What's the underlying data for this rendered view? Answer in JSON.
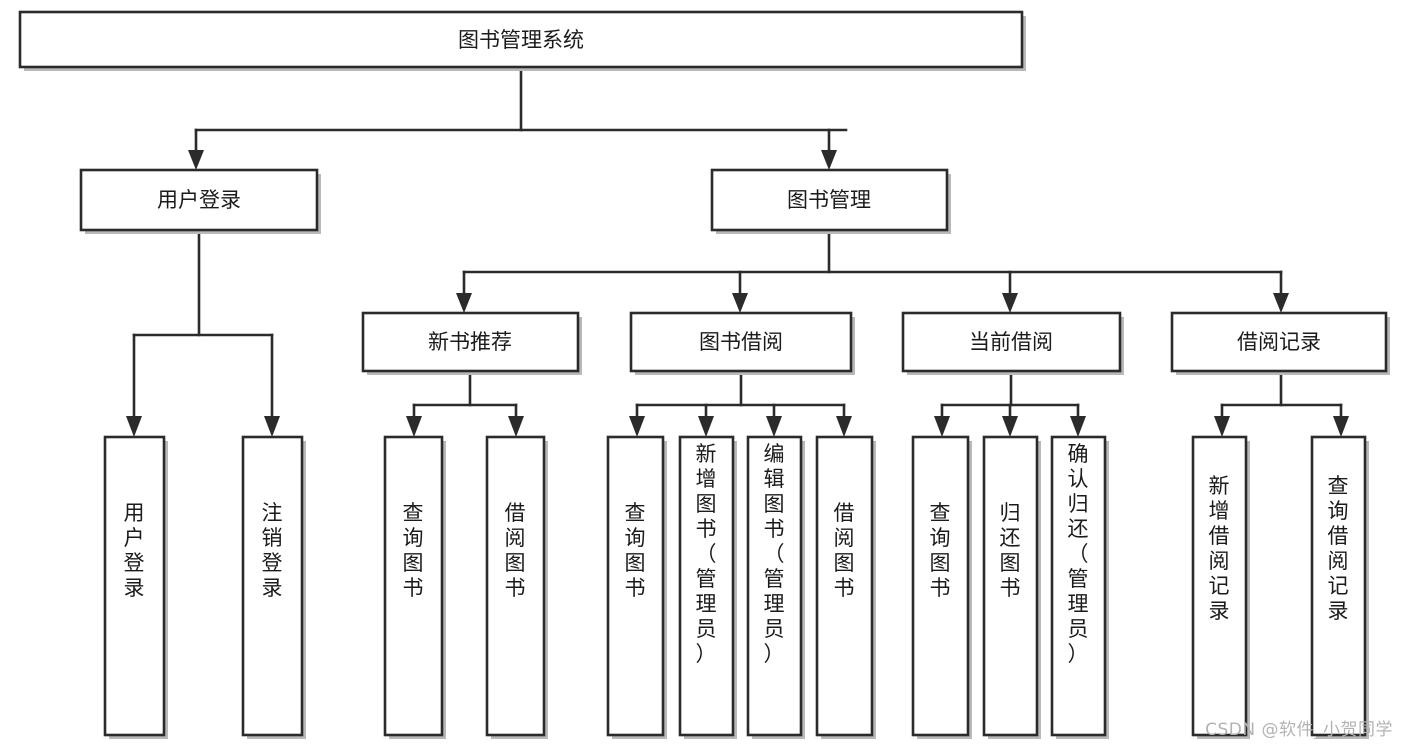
{
  "diagram": {
    "type": "tree-hierarchy",
    "title": "图书管理系统",
    "watermark": "CSDN @软件_小贺同学",
    "colors": {
      "stroke": "#2b2b2b",
      "fill": "#ffffff",
      "text": "#1b1b1b",
      "shadow": "#b9b9b9",
      "watermark": "#b3b3b3"
    },
    "levels": {
      "root_label": "图书管理系统",
      "level2": [
        {
          "id": "user-login",
          "label": "用户登录"
        },
        {
          "id": "book-manage",
          "label": "图书管理"
        }
      ],
      "level3": [
        {
          "id": "new-book-recommend",
          "label": "新书推荐",
          "parent": "book-manage"
        },
        {
          "id": "book-borrow",
          "label": "图书借阅",
          "parent": "book-manage"
        },
        {
          "id": "current-borrow",
          "label": "当前借阅",
          "parent": "book-manage"
        },
        {
          "id": "borrow-record",
          "label": "借阅记录",
          "parent": "book-manage"
        }
      ],
      "leaves": [
        {
          "id": "leaf-user-login",
          "label": "用户登录",
          "parent": "user-login"
        },
        {
          "id": "leaf-logout-login",
          "label": "注销登录",
          "parent": "user-login"
        },
        {
          "id": "leaf-query-book-1",
          "label": "查询图书",
          "parent": "new-book-recommend"
        },
        {
          "id": "leaf-borrow-book-1",
          "label": "借阅图书",
          "parent": "new-book-recommend"
        },
        {
          "id": "leaf-query-book-2",
          "label": "查询图书",
          "parent": "book-borrow"
        },
        {
          "id": "leaf-add-book-admin",
          "label": "新增图书（管理员）",
          "parent": "book-borrow"
        },
        {
          "id": "leaf-edit-book-admin",
          "label": "编辑图书（管理员）",
          "parent": "book-borrow"
        },
        {
          "id": "leaf-borrow-book-2",
          "label": "借阅图书",
          "parent": "book-borrow"
        },
        {
          "id": "leaf-query-book-3",
          "label": "查询图书",
          "parent": "current-borrow"
        },
        {
          "id": "leaf-return-book",
          "label": "归还图书",
          "parent": "current-borrow"
        },
        {
          "id": "leaf-confirm-return-admin",
          "label": "确认归还（管理员）",
          "parent": "current-borrow"
        },
        {
          "id": "leaf-add-borrow-record",
          "label": "新增借阅记录",
          "parent": "borrow-record"
        },
        {
          "id": "leaf-query-borrow-record",
          "label": "查询借阅记录",
          "parent": "borrow-record"
        }
      ]
    }
  }
}
